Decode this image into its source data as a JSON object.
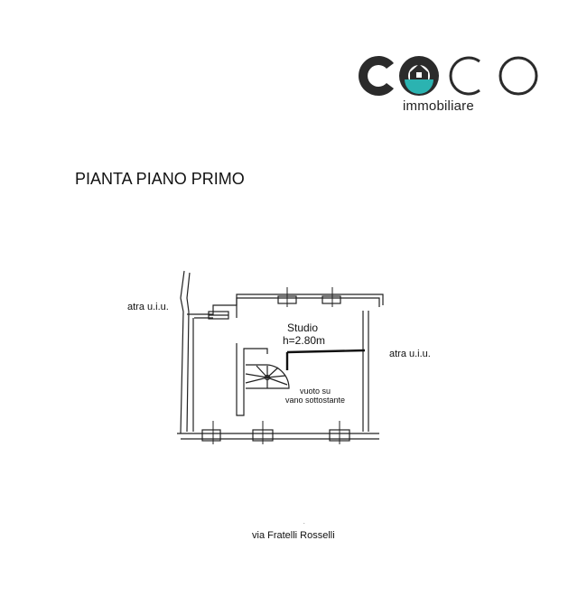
{
  "logo": {
    "brand": "COCO",
    "subtitle": "immobiliare",
    "colors": {
      "dark": "#2b2b2b",
      "accent": "#2bb3b1"
    },
    "icon": "house-icon"
  },
  "plan": {
    "title": "PIANTA PIANO PRIMO",
    "room_name": "Studio",
    "room_height": "h=2.80m",
    "void_line1": "vuoto su",
    "void_line2": "vano sottostante",
    "neighbor_left": "atra u.i.u.",
    "neighbor_right": "atra u.i.u.",
    "street": "via Fratelli Rosselli"
  }
}
